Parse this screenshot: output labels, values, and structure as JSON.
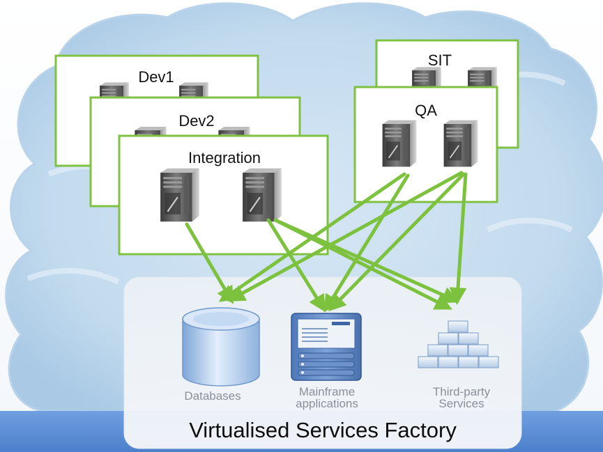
{
  "colors": {
    "cloud": "#c4dcef",
    "cloud_shadow": "#9fc1df",
    "bottom_band": "#5b8ed6",
    "env_border": "#7fc241",
    "arrow": "#7dc23e",
    "server_dark": "#4a4a4a",
    "label_gray": "#8a8f99"
  },
  "environments": {
    "dev1": "Dev1",
    "dev2": "Dev2",
    "integration": "Integration",
    "sit": "SIT",
    "qa": "QA"
  },
  "services": {
    "databases": "Databases",
    "mainframe_line1": "Mainframe",
    "mainframe_line2": "applications",
    "thirdparty_line1": "Third-party",
    "thirdparty_line2": "Services"
  },
  "factory": {
    "title": "Virtualised Services Factory"
  },
  "icons": {
    "server": "server-tower-icon",
    "database": "database-cylinder-icon",
    "mainframe": "mainframe-document-icon",
    "thirdparty": "stacked-blocks-icon"
  }
}
